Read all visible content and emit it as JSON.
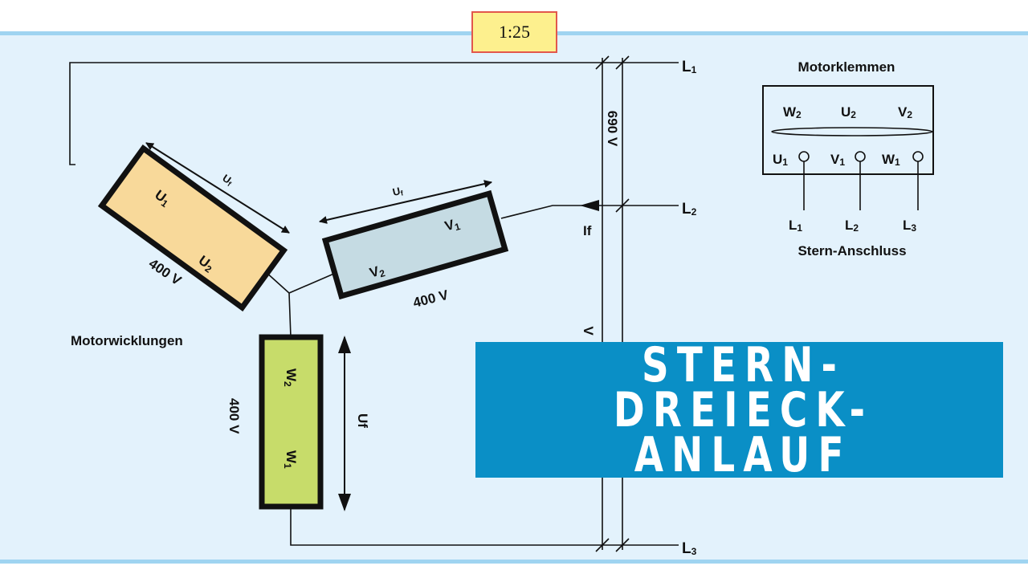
{
  "timestamp": "1:25",
  "title": {
    "line1": "STERN-DREIECK-",
    "line2": "ANLAUF"
  },
  "colors": {
    "background": "#e3f2fc",
    "frame_line": "#9fd4f1",
    "winding_u": "#f8d99a",
    "winding_v": "#c5dbe3",
    "winding_w": "#c7dc6a",
    "banner": "#0a8fc6",
    "timestamp_bg": "#fdf08e",
    "timestamp_border": "#e2574c"
  },
  "lines": {
    "l1": {
      "main": "L",
      "sub": "1"
    },
    "l2": {
      "main": "L",
      "sub": "2"
    },
    "l3": {
      "main": "L",
      "sub": "3"
    }
  },
  "voltages": {
    "line": "690 V",
    "phase_partial": "V",
    "winding_u": "400 V",
    "winding_v": "400 V",
    "winding_w": "400 V"
  },
  "current_label": "If",
  "windings": {
    "u": {
      "start": {
        "main": "U",
        "sub": "1"
      },
      "end": {
        "main": "U",
        "sub": "2"
      },
      "voltage_label": {
        "main": "U",
        "sub": "f"
      }
    },
    "v": {
      "start": {
        "main": "V",
        "sub": "1"
      },
      "end": {
        "main": "V",
        "sub": "2"
      },
      "voltage_label": {
        "main": "U",
        "sub": "f"
      }
    },
    "w": {
      "start": {
        "main": "W",
        "sub": "1"
      },
      "end": {
        "main": "W",
        "sub": "2"
      },
      "voltage_label": "Uf"
    }
  },
  "motor_windings_label": "Motorwicklungen",
  "terminal_box": {
    "title": "Motorklemmen",
    "top_row": [
      {
        "main": "W",
        "sub": "2"
      },
      {
        "main": "U",
        "sub": "2"
      },
      {
        "main": "V",
        "sub": "2"
      }
    ],
    "bottom_row": [
      {
        "main": "U",
        "sub": "1"
      },
      {
        "main": "V",
        "sub": "1"
      },
      {
        "main": "W",
        "sub": "1"
      }
    ],
    "lines": [
      {
        "main": "L",
        "sub": "1"
      },
      {
        "main": "L",
        "sub": "2"
      },
      {
        "main": "L",
        "sub": "3"
      }
    ],
    "caption": "Stern-Anschluss"
  }
}
